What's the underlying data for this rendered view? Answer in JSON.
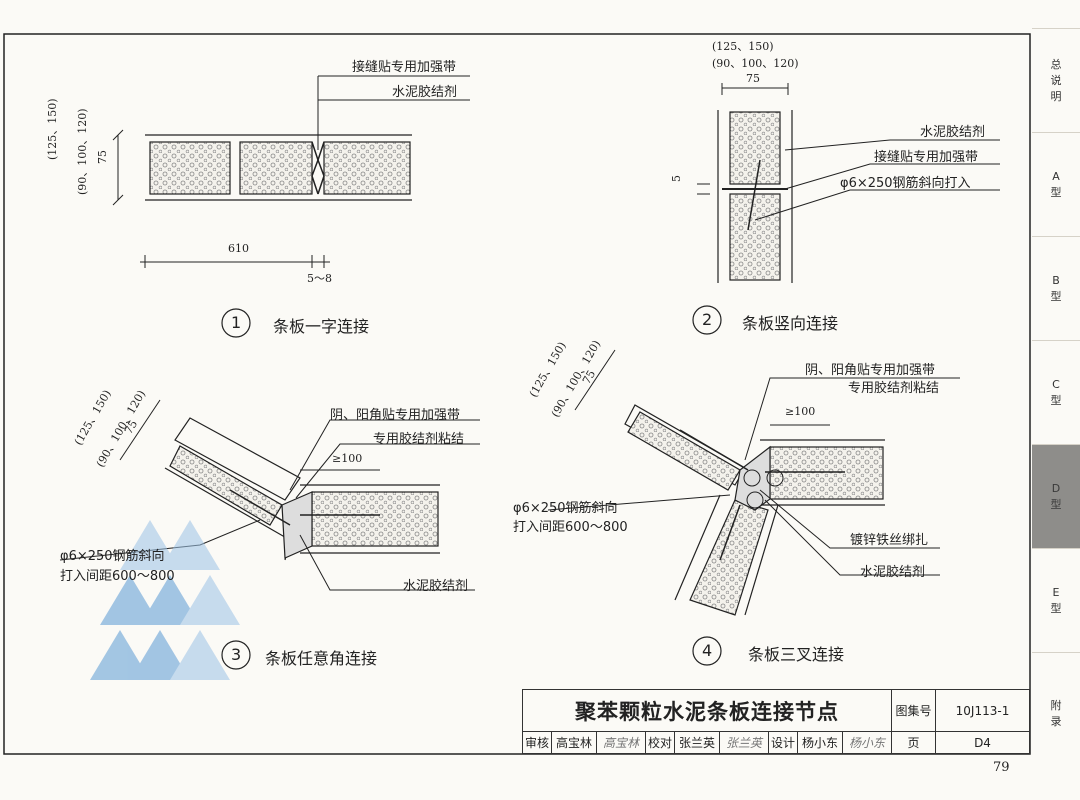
{
  "sidebar": {
    "tabs": [
      {
        "label": "总\n说\n明",
        "active": false
      },
      {
        "label": "A\n型",
        "active": false
      },
      {
        "label": "B\n型",
        "active": false
      },
      {
        "label": "C\n型",
        "active": false
      },
      {
        "label": "D\n型",
        "active": true
      },
      {
        "label": "E\n型",
        "active": false
      },
      {
        "label": "附\n录",
        "active": false
      }
    ]
  },
  "figures": {
    "fig1": {
      "number": "1",
      "caption": "条板一字连接",
      "labels": [
        "接缝贴专用加强带",
        "水泥胶结剂"
      ],
      "dims": {
        "thick_options": "(125、150)",
        "thick_options2": "(90、100、120)",
        "thick": "75",
        "width": "610",
        "gap": "5～8"
      }
    },
    "fig2": {
      "number": "2",
      "caption": "条板竖向连接",
      "labels": [
        "水泥胶结剂",
        "接缝贴专用加强带",
        "φ6×250钢筋斜向打入"
      ],
      "dims": {
        "thick_options": "(125、150)",
        "thick_options2": "(90、100、120)",
        "thick": "75",
        "gap": "5"
      }
    },
    "fig3": {
      "number": "3",
      "caption": "条板任意角连接",
      "labels": [
        "阴、阳角贴专用加强带",
        "专用胶结剂粘结",
        "φ6×250钢筋斜向",
        "打入间距600～800",
        "水泥胶结剂"
      ],
      "dims": {
        "thick_options": "(125、150)",
        "thick_options2": "(90、100、120)",
        "thick": "75",
        "overlap": "≥100"
      }
    },
    "fig4": {
      "number": "4",
      "caption": "条板三叉连接",
      "labels": [
        "阴、阳角贴专用加强带",
        "专用胶结剂粘结",
        "φ6×250钢筋斜向",
        "打入间距600～800",
        "镀锌铁丝绑扎",
        "水泥胶结剂"
      ],
      "dims": {
        "thick_options": "(125、150)",
        "thick_options2": "(90、100、120)",
        "thick": "75",
        "overlap": "≥100"
      }
    }
  },
  "titleblock": {
    "title": "聚苯颗粒水泥条板连接节点",
    "atlas_label": "图集号",
    "atlas_no": "10J113-1",
    "review_label": "审核",
    "reviewer": "高宝林",
    "check_label": "校对",
    "checker": "张兰英",
    "design_label": "设计",
    "designer": "杨小东",
    "page_label": "页",
    "page_no": "D4"
  },
  "page_number": "79",
  "colors": {
    "line": "#222222",
    "fill_dots": "#8a8a8a",
    "active_tab": "#8e8d8a",
    "watermark": "#6fa6d8"
  }
}
